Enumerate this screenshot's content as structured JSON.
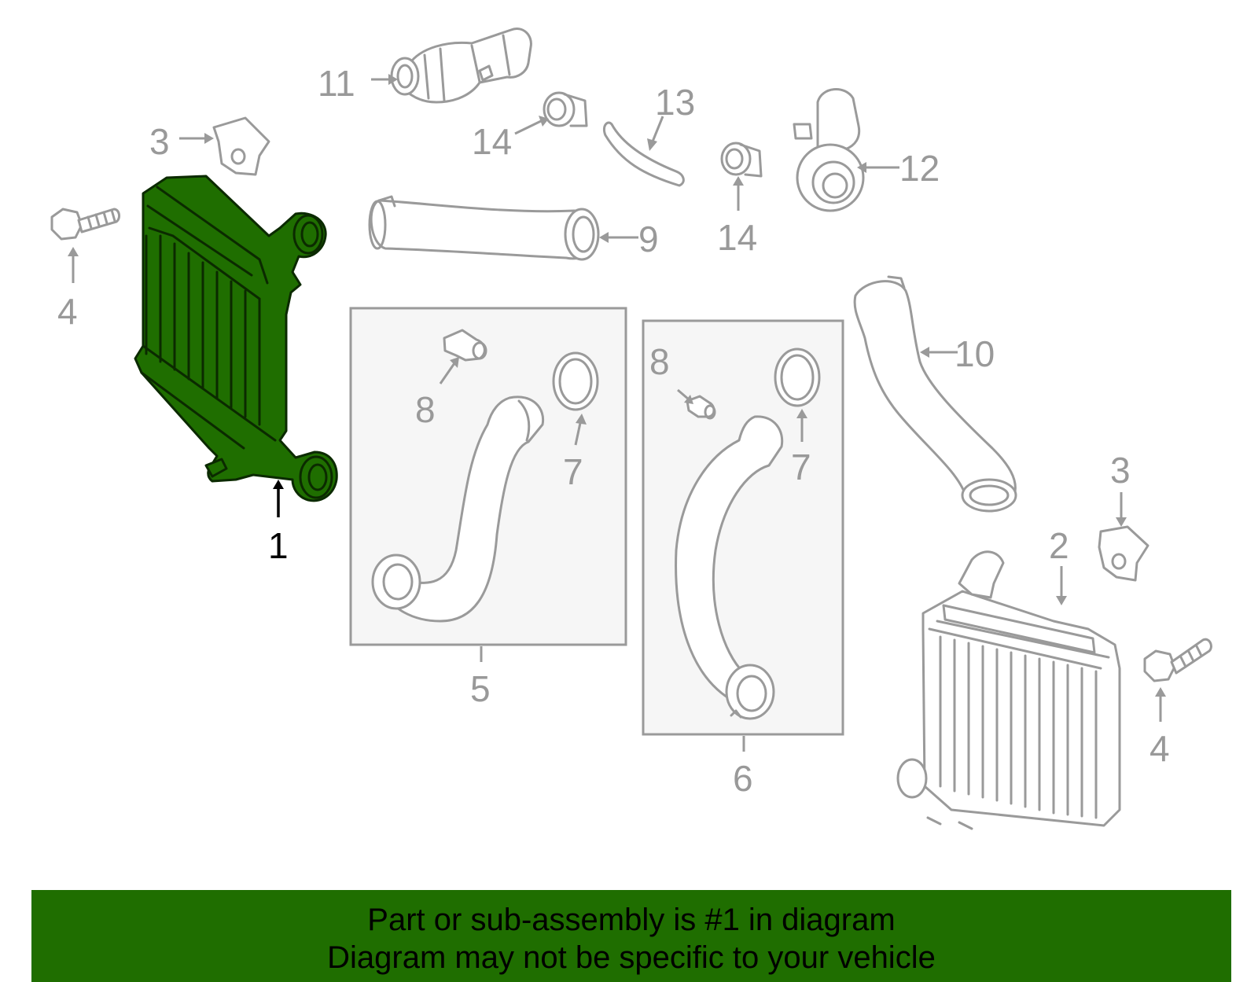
{
  "colors": {
    "highlight": "#1f6e00",
    "line_art": "#9a9a9a",
    "banner_background": "#1f6e00",
    "banner_text": "#000000"
  },
  "callouts": {
    "c1": "1",
    "c2": "2",
    "c3a": "3",
    "c3b": "3",
    "c4a": "4",
    "c4b": "4",
    "c5": "5",
    "c6": "6",
    "c7a": "7",
    "c7b": "7",
    "c8a": "8",
    "c8b": "8",
    "c9": "9",
    "c10": "10",
    "c11": "11",
    "c12": "12",
    "c13": "13",
    "c14a": "14",
    "c14b": "14"
  },
  "banner": {
    "line1": "Part or sub-assembly is #1 in diagram",
    "line2": "Diagram may not be specific to your vehicle"
  }
}
